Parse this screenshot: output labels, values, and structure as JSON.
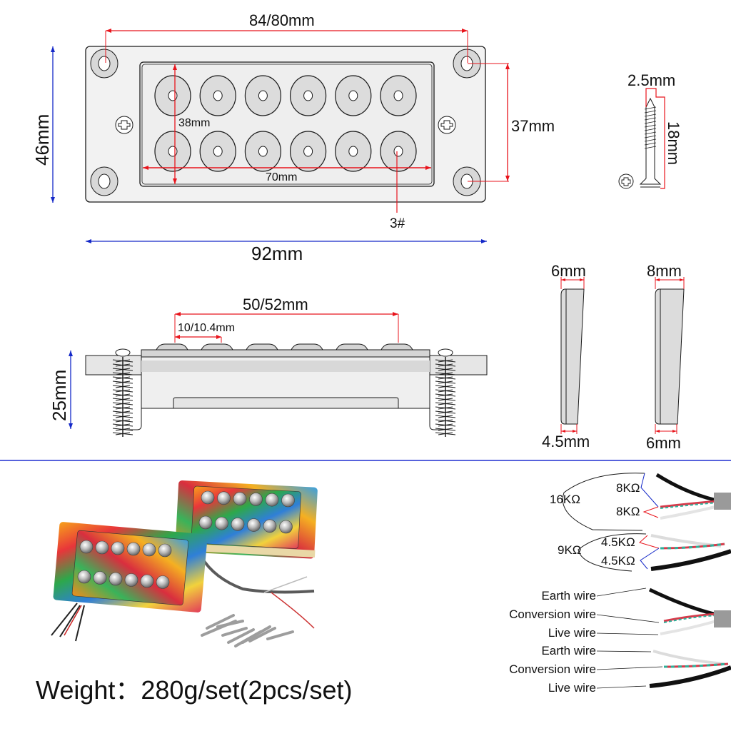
{
  "colors": {
    "dimension_red": "#e8141c",
    "dimension_blue": "#1428c8",
    "outline": "#1a1a1a",
    "plate_fill": "#efefef",
    "pole_fill": "#dcdcdc",
    "divider": "#1f2fd0"
  },
  "top_view": {
    "mount_spacing": "84/80mm",
    "pole_row_spacing": "38mm",
    "pole_span": "70mm",
    "inner_height": "37mm",
    "overall_height": "46mm",
    "overall_width": "92mm",
    "screw_callout": "3#",
    "pole_rows": 2,
    "poles_per_row": 6
  },
  "screw": {
    "diameter": "2.5mm",
    "length": "18mm"
  },
  "side_view": {
    "outer_pole_span": "50/52mm",
    "pole_pitch": "10/10.4mm",
    "height": "25mm"
  },
  "wedges": [
    {
      "top": "6mm",
      "bottom": "4.5mm"
    },
    {
      "top": "8mm",
      "bottom": "6mm"
    }
  ],
  "resistance": {
    "groups": [
      {
        "total": "16KΩ",
        "coils": [
          "8KΩ",
          "8KΩ"
        ]
      },
      {
        "total": "9KΩ",
        "coils": [
          "4.5KΩ",
          "4.5KΩ"
        ]
      }
    ]
  },
  "wiring": {
    "labels": [
      "Earth wire",
      "Conversion wire",
      "Live wire",
      "Earth wire",
      "Conversion wire",
      "Live wire"
    ]
  },
  "product_photo": {
    "description": "Two multicolor pearloid humbucker pickups with chrome poles, leads and mounting screws"
  },
  "weight": {
    "text": "Weight：280g/set(2pcs/set)"
  }
}
